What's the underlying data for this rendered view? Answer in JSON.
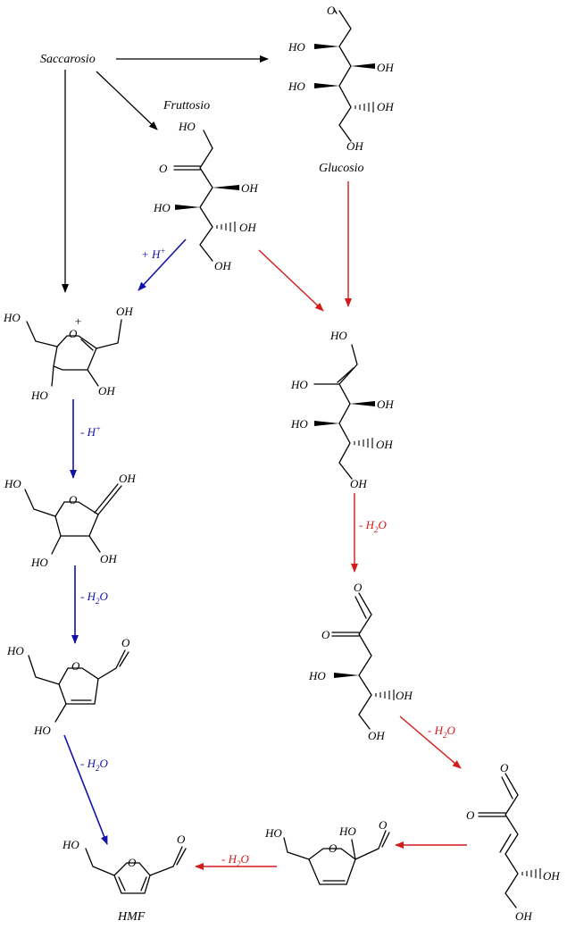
{
  "compounds": {
    "saccarosio": "Saccarosio",
    "fruttosio": "Fruttosio",
    "glucosio": "Glucosio",
    "hmf": "HMF"
  },
  "groups": {
    "o": "O",
    "ho": "HO",
    "oh": "OH",
    "o_eq": "O="
  },
  "step_labels": {
    "plus_h": "+ H",
    "minus_h": "- H",
    "minus_water": "- H",
    "plus_sup": "+",
    "two_sub": "2",
    "water_o": "O"
  },
  "colors": {
    "blue_path": "#1212a8",
    "red_path": "#d41a1a",
    "black_path": "#000000"
  }
}
